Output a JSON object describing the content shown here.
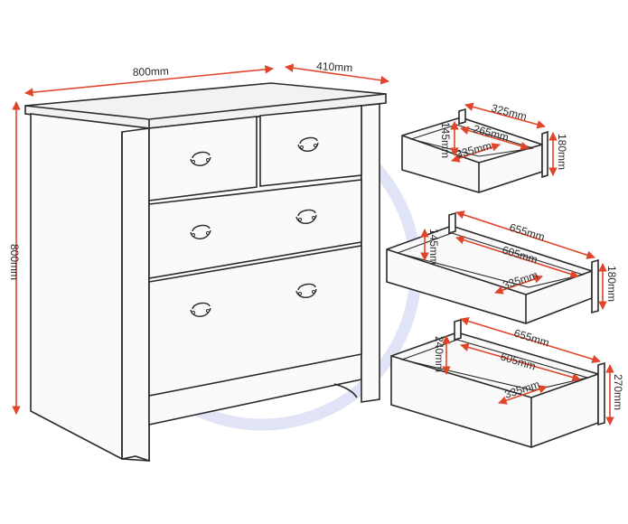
{
  "dimensions": {
    "chest_width": "800mm",
    "chest_depth": "410mm",
    "chest_height": "800mm",
    "small_drawer": {
      "depth_outer": "325mm",
      "depth_inner": "265mm",
      "width_inner": "335mm",
      "height_inner": "145mm",
      "height_front": "180mm"
    },
    "middle_drawer": {
      "depth_outer": "655mm",
      "width_inner": "605mm",
      "depth_inner": "335mm",
      "height_inner": "145mm",
      "height_front": "180mm"
    },
    "large_drawer": {
      "depth_outer": "655mm",
      "width_inner": "605mm",
      "depth_inner": "335mm",
      "height_inner": "240mm",
      "height_front": "270mm"
    }
  },
  "colors": {
    "dimension_arrow": "#e0452a",
    "outline": "#2a2a2a",
    "watermark": "#c9cdf0"
  }
}
